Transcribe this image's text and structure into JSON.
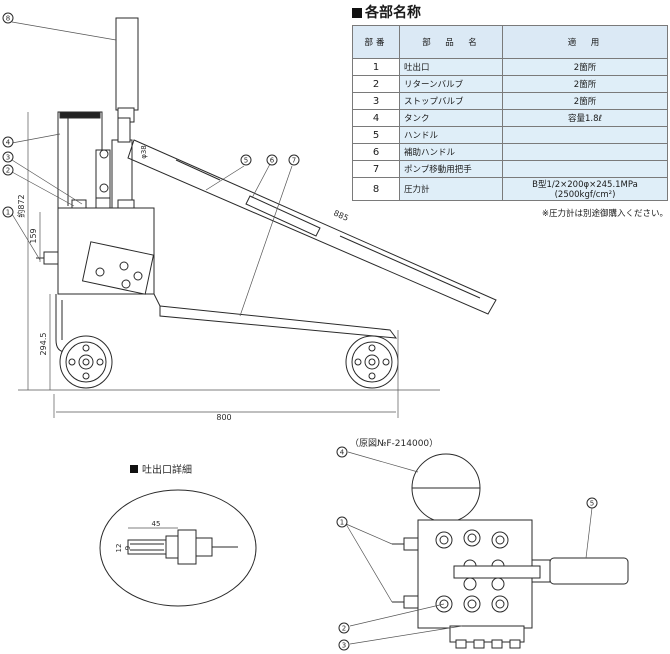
{
  "parts_table": {
    "title": "各部名称",
    "headers": [
      "部番",
      "部　品　名",
      "適　用"
    ],
    "rows": [
      {
        "no": "1",
        "name": "吐出口",
        "application": "2箇所"
      },
      {
        "no": "2",
        "name": "リターンバルブ",
        "application": "2箇所"
      },
      {
        "no": "3",
        "name": "ストップバルブ",
        "application": "2箇所"
      },
      {
        "no": "4",
        "name": "タンク",
        "application": "容量1.8ℓ"
      },
      {
        "no": "5",
        "name": "ハンドル",
        "application": ""
      },
      {
        "no": "6",
        "name": "補助ハンドル",
        "application": ""
      },
      {
        "no": "7",
        "name": "ポンプ移動用把手",
        "application": ""
      },
      {
        "no": "8",
        "name": "圧力計",
        "application": "B型1/2×200φ×245.1MPa (2500kgf/cm²)"
      }
    ],
    "note": "※圧力計は別途御購入ください。"
  },
  "side_view": {
    "callouts": [
      "8",
      "4",
      "3",
      "2",
      "1",
      "5",
      "6",
      "7"
    ],
    "dimensions": {
      "width": "800",
      "height_total": "約872",
      "height_outlet": "159",
      "height_frame": "294.5",
      "handle_length": "885",
      "handle_dia": "φ38"
    }
  },
  "outlet_detail": {
    "title": "吐出口詳細",
    "dim_length": "45",
    "dim_a": "12",
    "dim_b": "9"
  },
  "top_view": {
    "reference": "（原図№F-214000）",
    "callouts": [
      "4",
      "5",
      "1",
      "2",
      "3"
    ]
  }
}
